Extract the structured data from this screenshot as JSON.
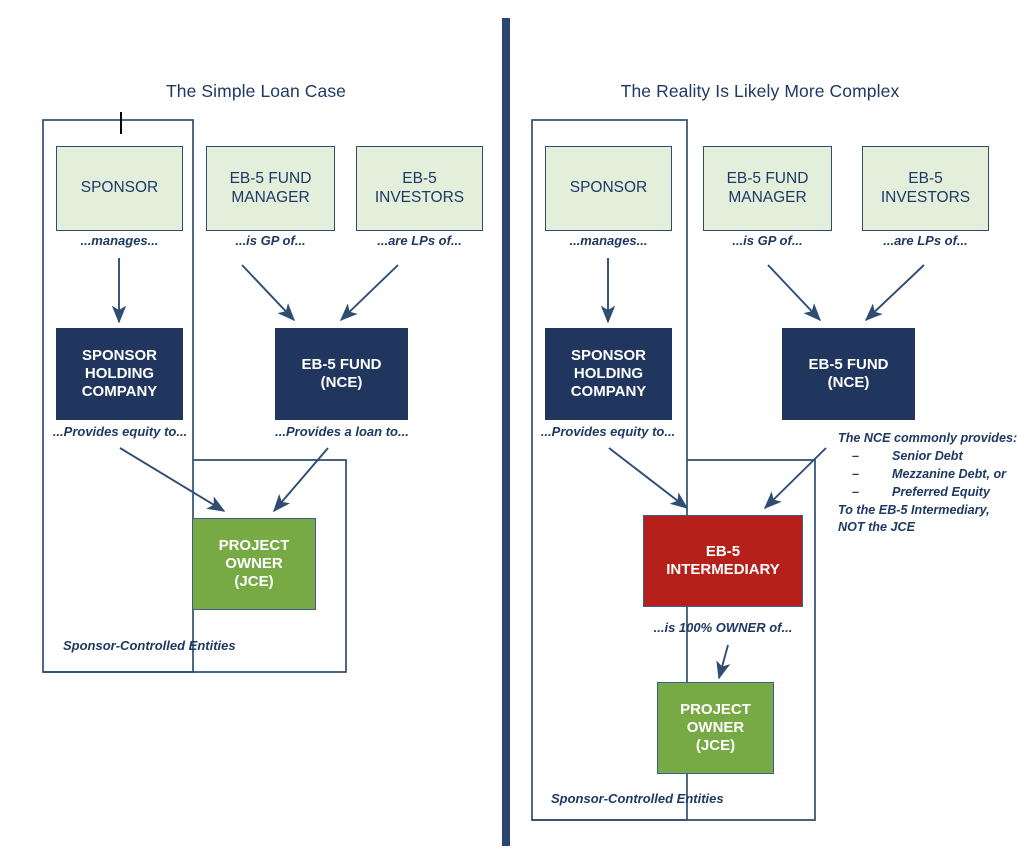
{
  "diagram": {
    "title_left": "The Simple Loan Case",
    "title_right": "The Reality Is Likely More Complex",
    "colors": {
      "navy": "#20365e",
      "light_green": "#e3eedb",
      "green": "#77a944",
      "red": "#b5211a",
      "border": "#2f4d73",
      "text": "#1f3864",
      "divider": "#2b4570"
    }
  },
  "left_panel": {
    "title": "The Simple Loan Case",
    "nodes": {
      "sponsor": "SPONSOR",
      "fund_manager_line1": "EB-5 FUND",
      "fund_manager_line2": "MANAGER",
      "investors_line1": "EB-5",
      "investors_line2": "INVESTORS",
      "holding_line1": "SPONSOR",
      "holding_line2": "HOLDING",
      "holding_line3": "COMPANY",
      "fund_line1": "EB-5 FUND",
      "fund_line2": "(NCE)",
      "project_owner_line1": "PROJECT",
      "project_owner_line2": "OWNER",
      "project_owner_line3": "(JCE)"
    },
    "edge_labels": {
      "manages": "...manages...",
      "is_gp_of": "...is GP of...",
      "are_lps_of": "...are  LPs of...",
      "provides_equity": "...Provides equity to...",
      "provides_loan": "...Provides a loan to..."
    },
    "group_caption": "Sponsor-Controlled Entities"
  },
  "right_panel": {
    "title": "The Reality Is Likely More Complex",
    "nodes": {
      "sponsor": "SPONSOR",
      "fund_manager_line1": "EB-5 FUND",
      "fund_manager_line2": "MANAGER",
      "investors_line1": "EB-5",
      "investors_line2": "INVESTORS",
      "holding_line1": "SPONSOR",
      "holding_line2": "HOLDING",
      "holding_line3": "COMPANY",
      "fund_line1": "EB-5 FUND",
      "fund_line2": "(NCE)",
      "intermediary_line1": "EB-5",
      "intermediary_line2": "INTERMEDIARY",
      "project_owner_line1": "PROJECT",
      "project_owner_line2": "OWNER",
      "project_owner_line3": "(JCE)"
    },
    "edge_labels": {
      "manages": "...manages...",
      "is_gp_of": "...is GP of...",
      "are_lps_of": "...are  LPs of...",
      "provides_equity": "...Provides equity to...",
      "owner_of": "...is 100% OWNER of..."
    },
    "note": {
      "intro": "The NCE commonly provides:",
      "bullet_marker": "–",
      "bullets": [
        "Senior Debt",
        "Mezzanine Debt, or",
        "Preferred Equity"
      ],
      "outro_line1": "To the EB-5 Intermediary,",
      "outro_line2": "NOT the JCE"
    },
    "group_caption": "Sponsor-Controlled Entities"
  }
}
